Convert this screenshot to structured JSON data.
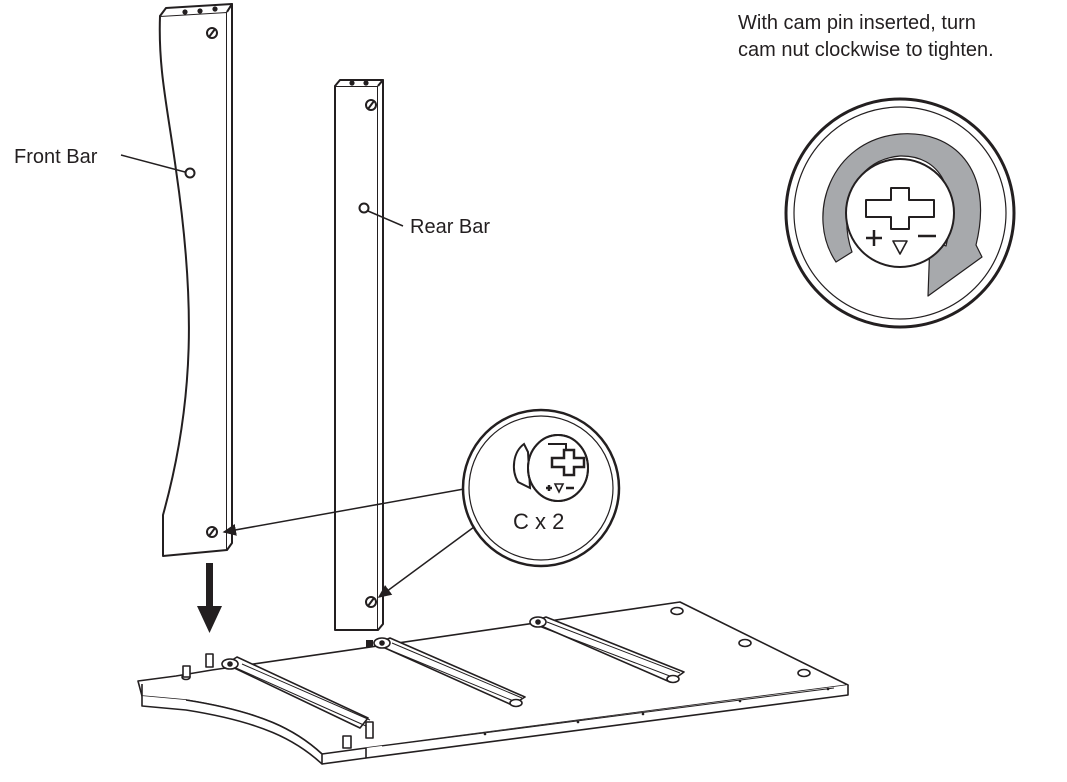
{
  "instruction": {
    "line1": "With cam pin inserted, turn",
    "line2": "cam nut clockwise to tighten."
  },
  "labels": {
    "front_bar": "Front Bar",
    "rear_bar": "Rear Bar",
    "cam_count": "C x 2"
  },
  "cam_symbols": {
    "plus": "+",
    "minus": "−"
  },
  "colors": {
    "line": "#231f20",
    "rotation_arrow": "#a7a9ac",
    "background": "#ffffff"
  }
}
